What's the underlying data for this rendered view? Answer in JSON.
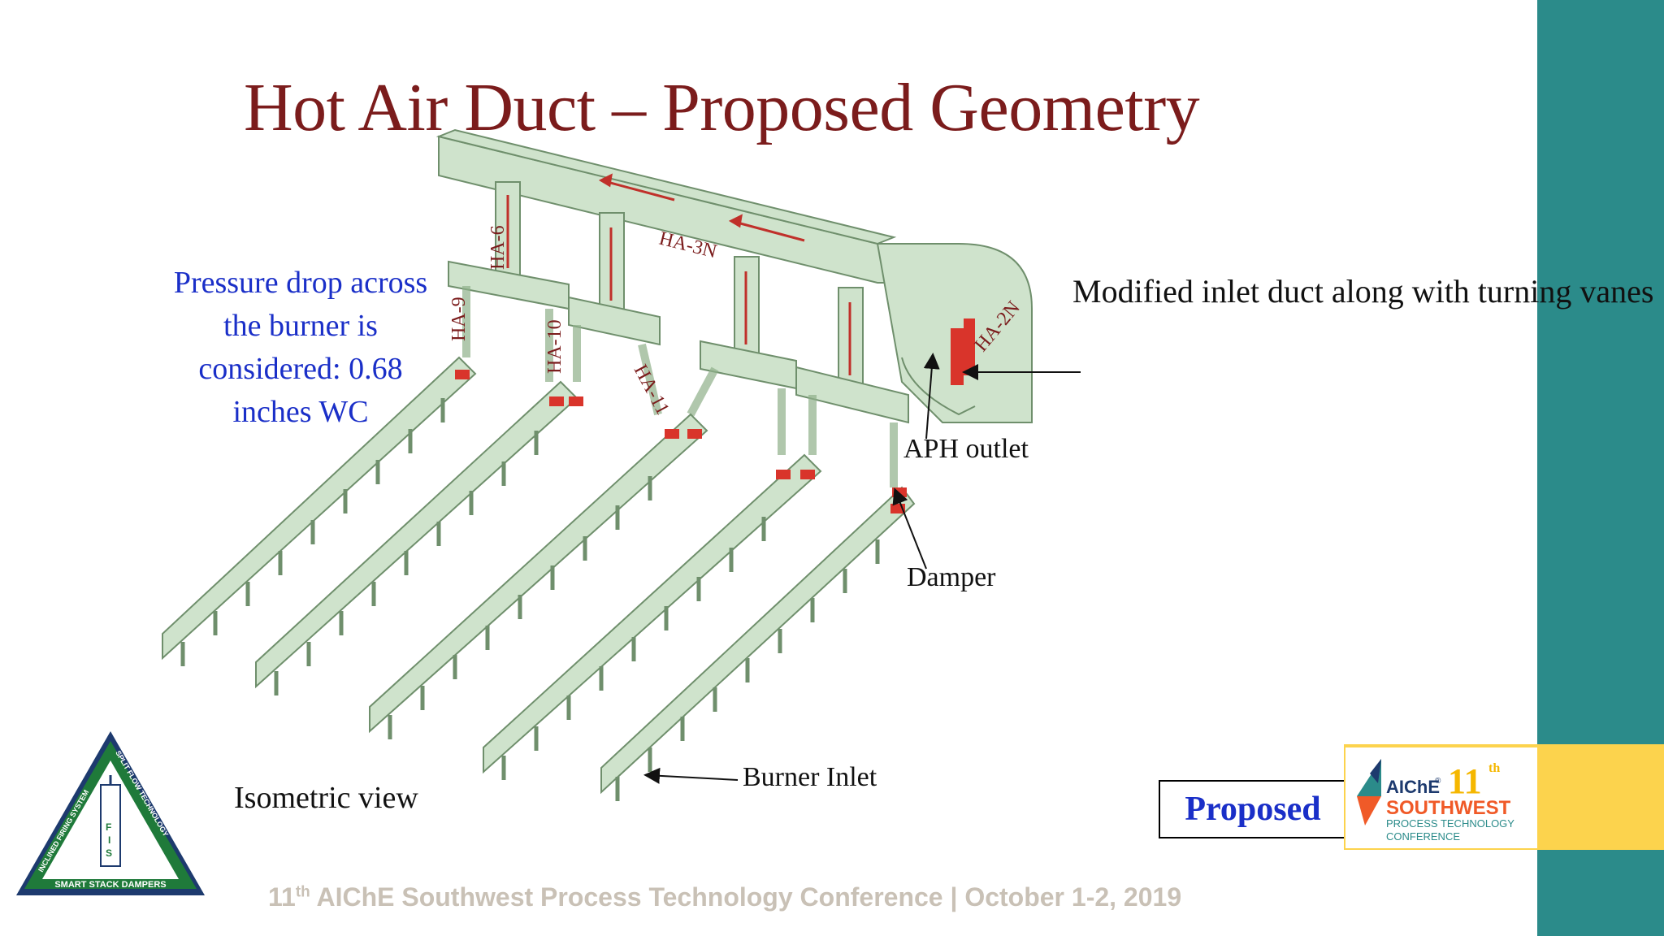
{
  "slide": {
    "title": "Hot Air Duct – Proposed Geometry",
    "pressure_note": "Pressure drop across the burner is considered: 0.68 inches WC",
    "inlet_note": "Modified inlet duct along with turning vanes",
    "aph_label": "APH outlet",
    "damper_label": "Damper",
    "burner_label": "Burner Inlet",
    "iso_label": "Isometric view",
    "proposed_label": "Proposed",
    "footer": {
      "ordinal": "11",
      "ordinal_suffix": "th",
      "text": " AIChE Southwest Process Technology Conference | October 1-2, 2019"
    }
  },
  "duct_labels": {
    "ha3n": "HA-3N",
    "ha6": "HA-6",
    "ha9": "HA-9",
    "ha10": "HA-10",
    "ha11": "HA-11",
    "ha2n": "HA-2N"
  },
  "aiche_logo": {
    "brand": "AIChE",
    "registered": "®",
    "number": "11",
    "number_suffix": "th",
    "region": "SOUTHWEST",
    "line1": "PROCESS TECHNOLOGY",
    "line2": "CONFERENCE"
  },
  "fis_logo": {
    "left_text": "INCLINED FIRING SYSTEM",
    "right_text": "SPLIT FLOW TECHNOLOGY",
    "bottom_text": "SMART STACK DAMPERS",
    "letters": [
      "F",
      "I",
      "S"
    ]
  },
  "colors": {
    "title": "#7b1c1c",
    "note_blue": "#1a2fc8",
    "duct_fill": "#cfe3cc",
    "duct_stroke": "#6f8f6c",
    "damper": "#d9342b",
    "teal_bar": "#2b8b8a",
    "yellow_band": "#fcd34d",
    "footer": "#c9c1b6",
    "fis_green": "#1f7a3a",
    "fis_navy": "#1d3a6e"
  }
}
